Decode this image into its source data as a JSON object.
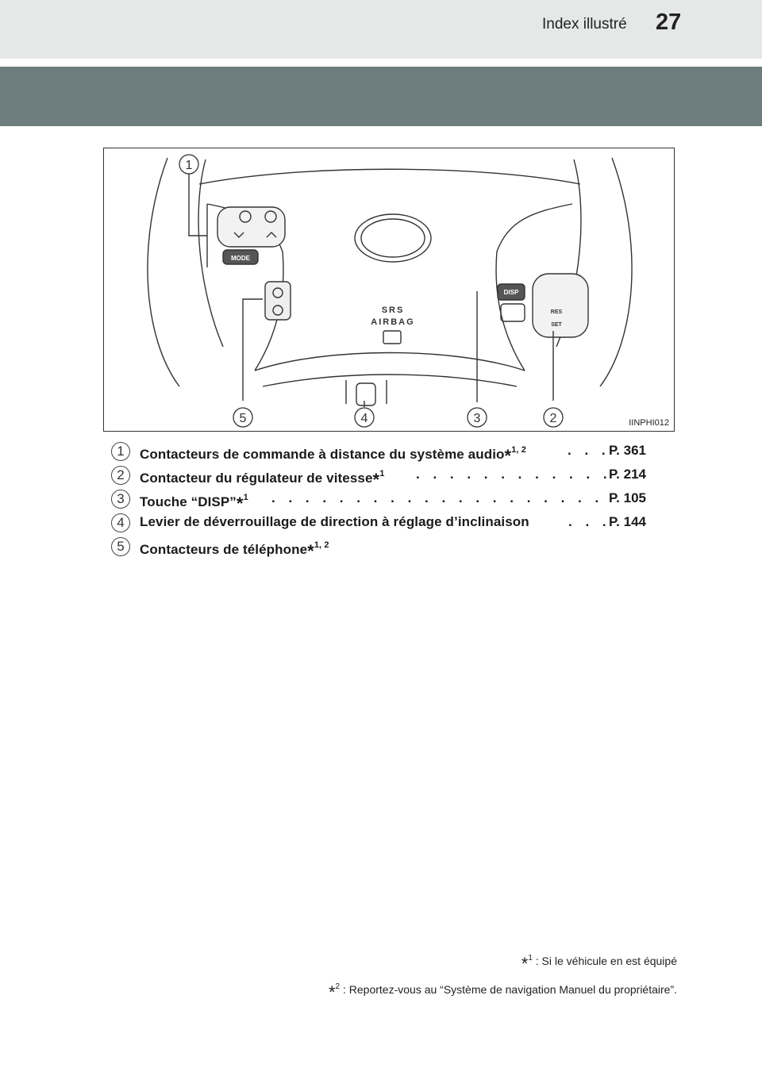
{
  "header": {
    "section_title": "Index illustré",
    "page_number": "27"
  },
  "figure": {
    "code": "IINPHI012",
    "callouts": [
      "1",
      "5",
      "4",
      "3",
      "2"
    ],
    "labels": {
      "mode": "MODE",
      "disp": "DISP",
      "srs": "SRS",
      "airbag": "AIRBAG",
      "res": "RES",
      "set": "SET"
    }
  },
  "items": [
    {
      "num": "1",
      "label": "Contacteurs de commande à distance du système audio",
      "sup": "1, 2",
      "ref": "P. 361"
    },
    {
      "num": "2",
      "label": "Contacteur du régulateur de vitesse",
      "sup": "1",
      "ref": "P. 214"
    },
    {
      "num": "3",
      "label": "Touche “DISP”",
      "sup": "1",
      "ref": "P. 105"
    },
    {
      "num": "4",
      "label": "Levier de déverrouillage de direction à réglage d’inclinaison",
      "sup": "",
      "ref": "P. 144"
    },
    {
      "num": "5",
      "label": "Contacteurs de téléphone",
      "sup": "1, 2",
      "ref": ""
    }
  ],
  "footnotes": [
    {
      "mark": "1",
      "text": " : Si le véhicule en est équipé"
    },
    {
      "mark": "2",
      "text": " : Reportez-vous au “Système de navigation Manuel du propriétaire”."
    }
  ]
}
